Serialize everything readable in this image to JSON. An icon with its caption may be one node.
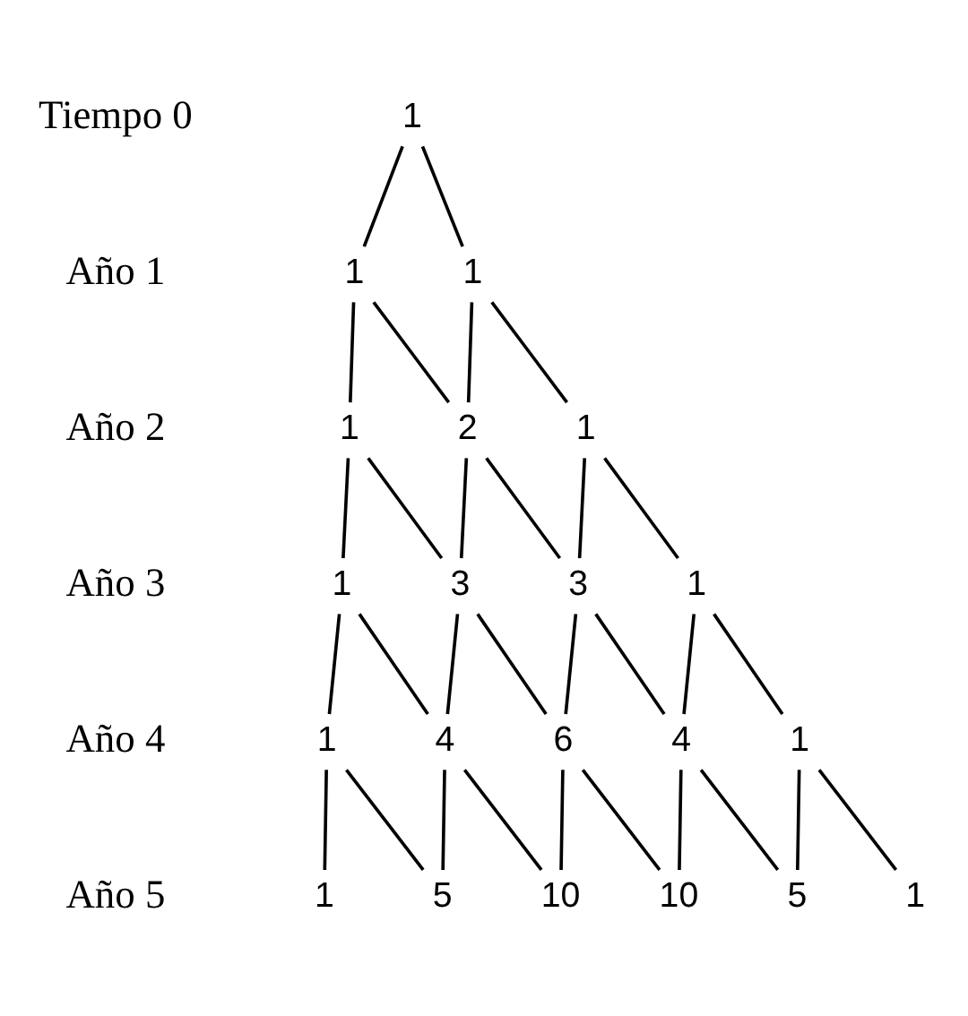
{
  "diagram": {
    "nodes": [
      {
        "text": [
          "1"
        ]
      },
      {
        "text": [
          "1"
        ]
      },
      {
        "text": [
          "1"
        ]
      },
      {
        "text": [
          "1"
        ]
      },
      {
        "text": [
          "2"
        ]
      },
      {
        "text": [
          "1"
        ]
      },
      {
        "text": [
          "1"
        ]
      },
      {
        "text": [
          "3"
        ]
      },
      {
        "text": [
          "3"
        ]
      },
      {
        "text": [
          "1"
        ]
      },
      {
        "text": [
          "1"
        ]
      },
      {
        "text": [
          "4"
        ]
      },
      {
        "text": [
          "6"
        ]
      },
      {
        "text": [
          "4"
        ]
      },
      {
        "text": [
          "1"
        ]
      },
      {
        "text": [
          "1"
        ]
      },
      {
        "text": [
          "5"
        ]
      },
      {
        "text": [
          "10"
        ]
      },
      {
        "text": [
          "10"
        ]
      },
      {
        "text": [
          "5"
        ]
      },
      {
        "text": [
          "1"
        ]
      }
    ],
    "edges": [
      {
        "from": 0,
        "to": 1,
        "arrow": "none"
      },
      {
        "from": 0,
        "to": 2,
        "arrow": "none"
      },
      {
        "from": 1,
        "to": 3,
        "arrow": "none"
      },
      {
        "from": 1,
        "to": 4,
        "arrow": "none"
      },
      {
        "from": 2,
        "to": 4,
        "arrow": "none"
      },
      {
        "from": 2,
        "to": 5,
        "arrow": "none"
      },
      {
        "from": 3,
        "to": 6,
        "arrow": "none"
      },
      {
        "from": 3,
        "to": 7,
        "arrow": "none"
      },
      {
        "from": 4,
        "to": 7,
        "arrow": "none"
      },
      {
        "from": 4,
        "to": 8,
        "arrow": "none"
      },
      {
        "from": 5,
        "to": 8,
        "arrow": "none"
      },
      {
        "from": 5,
        "to": 9,
        "arrow": "none"
      },
      {
        "from": 6,
        "to": 10,
        "arrow": "none"
      },
      {
        "from": 6,
        "to": 11,
        "arrow": "none"
      },
      {
        "from": 7,
        "to": 11,
        "arrow": "none"
      },
      {
        "from": 7,
        "to": 12,
        "arrow": "none"
      },
      {
        "from": 8,
        "to": 12,
        "arrow": "none"
      },
      {
        "from": 8,
        "to": 13,
        "arrow": "none"
      },
      {
        "from": 9,
        "to": 13,
        "arrow": "none"
      },
      {
        "from": 9,
        "to": 14,
        "arrow": "none"
      },
      {
        "from": 10,
        "to": 15,
        "arrow": "none"
      },
      {
        "from": 10,
        "to": 16,
        "arrow": "none"
      },
      {
        "from": 11,
        "to": 16,
        "arrow": "none"
      },
      {
        "from": 11,
        "to": 17,
        "arrow": "none"
      },
      {
        "from": 12,
        "to": 17,
        "arrow": "none"
      },
      {
        "from": 12,
        "to": 18,
        "arrow": "none"
      },
      {
        "from": 13,
        "to": 18,
        "arrow": "none"
      },
      {
        "from": 13,
        "to": 19,
        "arrow": "none"
      },
      {
        "from": 14,
        "to": 19,
        "arrow": "none"
      },
      {
        "from": 14,
        "to": 20,
        "arrow": "none"
      }
    ],
    "labels": [
      "Tiempo 0",
      "Año 1",
      "Año 2",
      "Año 3",
      "Año 4",
      "Año 5"
    ]
  }
}
